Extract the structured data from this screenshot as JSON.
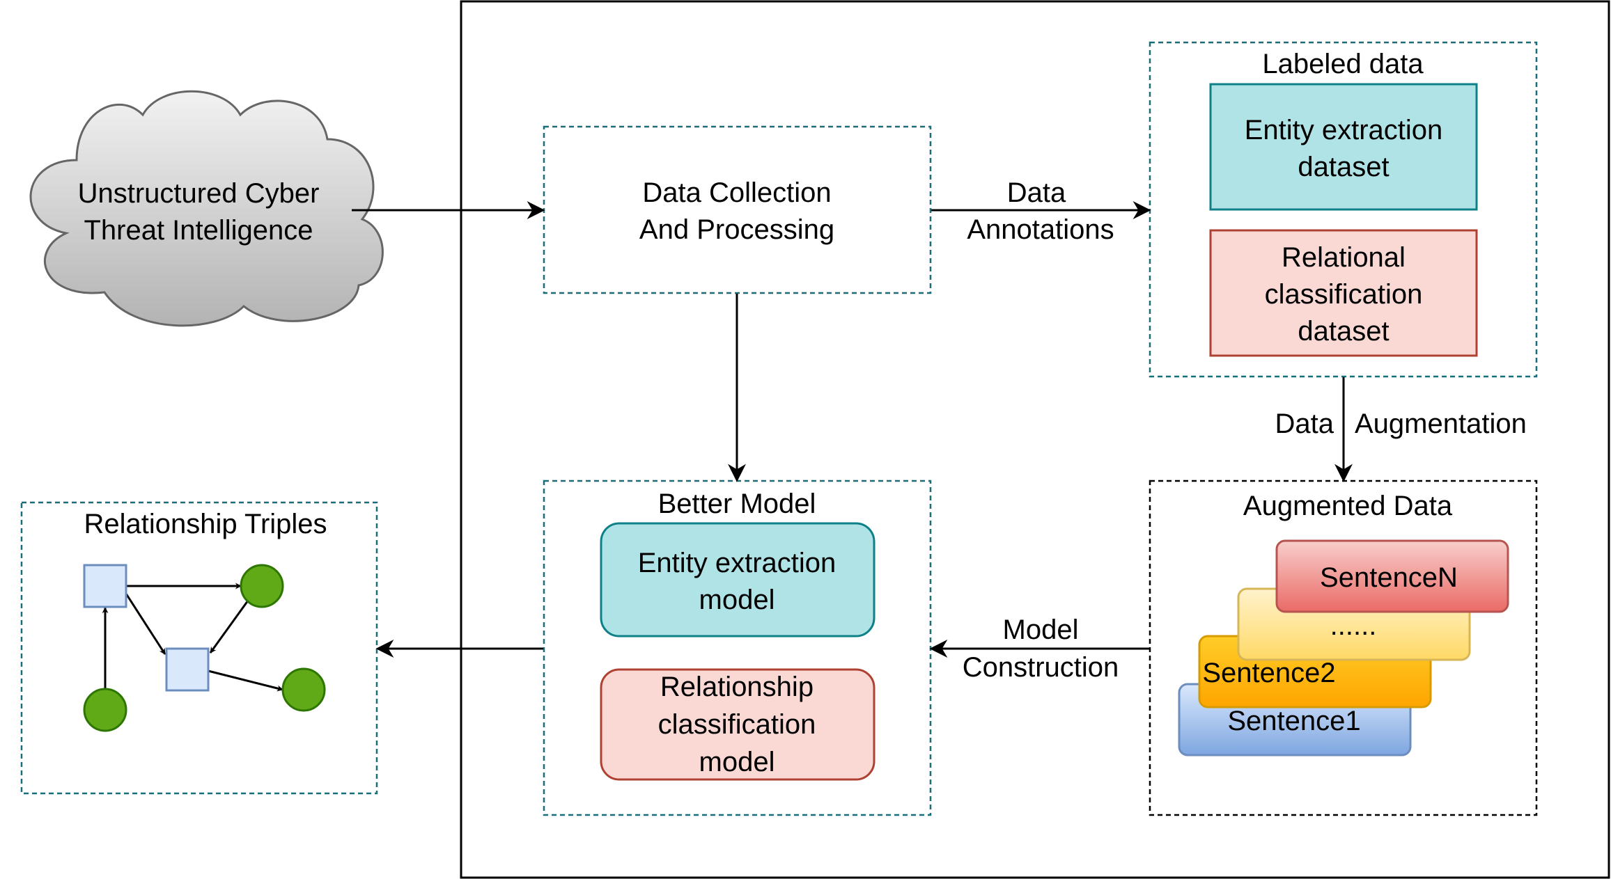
{
  "nodes": {
    "cyber_threat": {
      "line1": "Unstructured Cyber",
      "line2": "Threat Intelligence"
    },
    "data_collection": {
      "line1": "Data Collection",
      "line2": "And Processing"
    },
    "labeled_data": {
      "title": "Labeled data",
      "entity_dataset": {
        "line1": "Entity extraction",
        "line2": "dataset"
      },
      "relational_dataset": {
        "line1": "Relational",
        "line2": "classification",
        "line3": "dataset"
      }
    },
    "augmented_data": {
      "title": "Augmented Data",
      "sentences": [
        "Sentence1",
        "Sentence2",
        "......",
        "SentenceN"
      ]
    },
    "better_model": {
      "title": "Better Model",
      "entity_model": {
        "line1": "Entity extraction",
        "line2": "model"
      },
      "relationship_model": {
        "line1": "Relationship",
        "line2": "classification",
        "line3": "model"
      }
    },
    "relationship_triples": {
      "title": "Relationship Triples"
    }
  },
  "edges": {
    "data_annotations": {
      "line1": "Data",
      "line2": "Annotations"
    },
    "data_augmentation": {
      "part1": "Data",
      "part2": "Augmentation"
    },
    "model_construction": {
      "line1": "Model",
      "line2": "Construction"
    }
  },
  "colors": {
    "teal_fill": "#b0e3e6",
    "teal_stroke": "#0e8088",
    "pink_fill": "#fad9d5",
    "pink_stroke": "#ae4132",
    "blue_fill": "#dae8fc",
    "blue_stroke": "#6c8ebf",
    "green_fill": "#60a917",
    "green_stroke": "#2d7600",
    "red_sentence": "#ea6b66",
    "yellow_sentence": "#fff2cc",
    "orange_sentence": "#ffcd28",
    "blue_sentence": "#a9c4eb"
  }
}
